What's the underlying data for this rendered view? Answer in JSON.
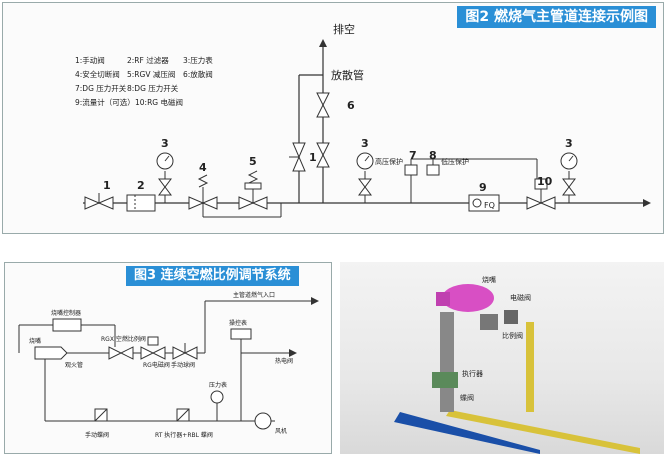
{
  "figure2": {
    "title": "图2 燃烧气主管道连接示例图",
    "exhaust_label": "排空",
    "vent_label": "放散管",
    "high_pressure_label": "高压保护",
    "low_pressure_label": "低压保护",
    "fq_label": "FQ",
    "legend": [
      [
        "1:手动阀",
        "2:RF 过滤器",
        "3:压力表"
      ],
      [
        "4:安全切断阀",
        "5:RGV 减压阀",
        "6:放散阀"
      ],
      [
        "7:DG 压力开关",
        "8:DG 压力开关",
        ""
      ],
      [
        "9:流量计（可选）",
        "10:RG 电磁阀",
        ""
      ]
    ],
    "numbers": {
      "n1a": "1",
      "n2": "2",
      "n3a": "3",
      "n4": "4",
      "n5": "5",
      "n1b": "1",
      "n6": "6",
      "n3b": "3",
      "n7": "7",
      "n8": "8",
      "n9": "9",
      "n10": "10",
      "n3c": "3"
    }
  },
  "figure3": {
    "title": "图3 连续空燃比例调节系统",
    "labels": {
      "main_gas_inlet": "主管道燃气入口",
      "burner_controller": "烧嘴控制器",
      "burner": "烧嘴",
      "observation": "观火管",
      "rgx_valve": "RGX 空燃比例阀",
      "solenoid": "RG电磁阀",
      "manual_ball_valve": "手动球阀",
      "hot_air_duct": "热电阀",
      "pressure_gauge": "压力表",
      "manual_butterfly": "手动蝶阀",
      "actuator_valve": "RT 执行器+RBL 蝶阀",
      "fan": "风机",
      "control_box": "操控表"
    }
  },
  "photo": {
    "labels": {
      "burner": "烧嘴",
      "solenoid": "电磁阀",
      "proportional": "比例阀",
      "actuator": "执行器",
      "butterfly": "蝶阀"
    }
  },
  "colors": {
    "title_bg": "#2a8fd6",
    "burner_pink": "#d84fc4",
    "gas_yellow": "#d8c23a",
    "air_blue": "#1a4fa8",
    "valve_green": "#5a8a5a"
  }
}
